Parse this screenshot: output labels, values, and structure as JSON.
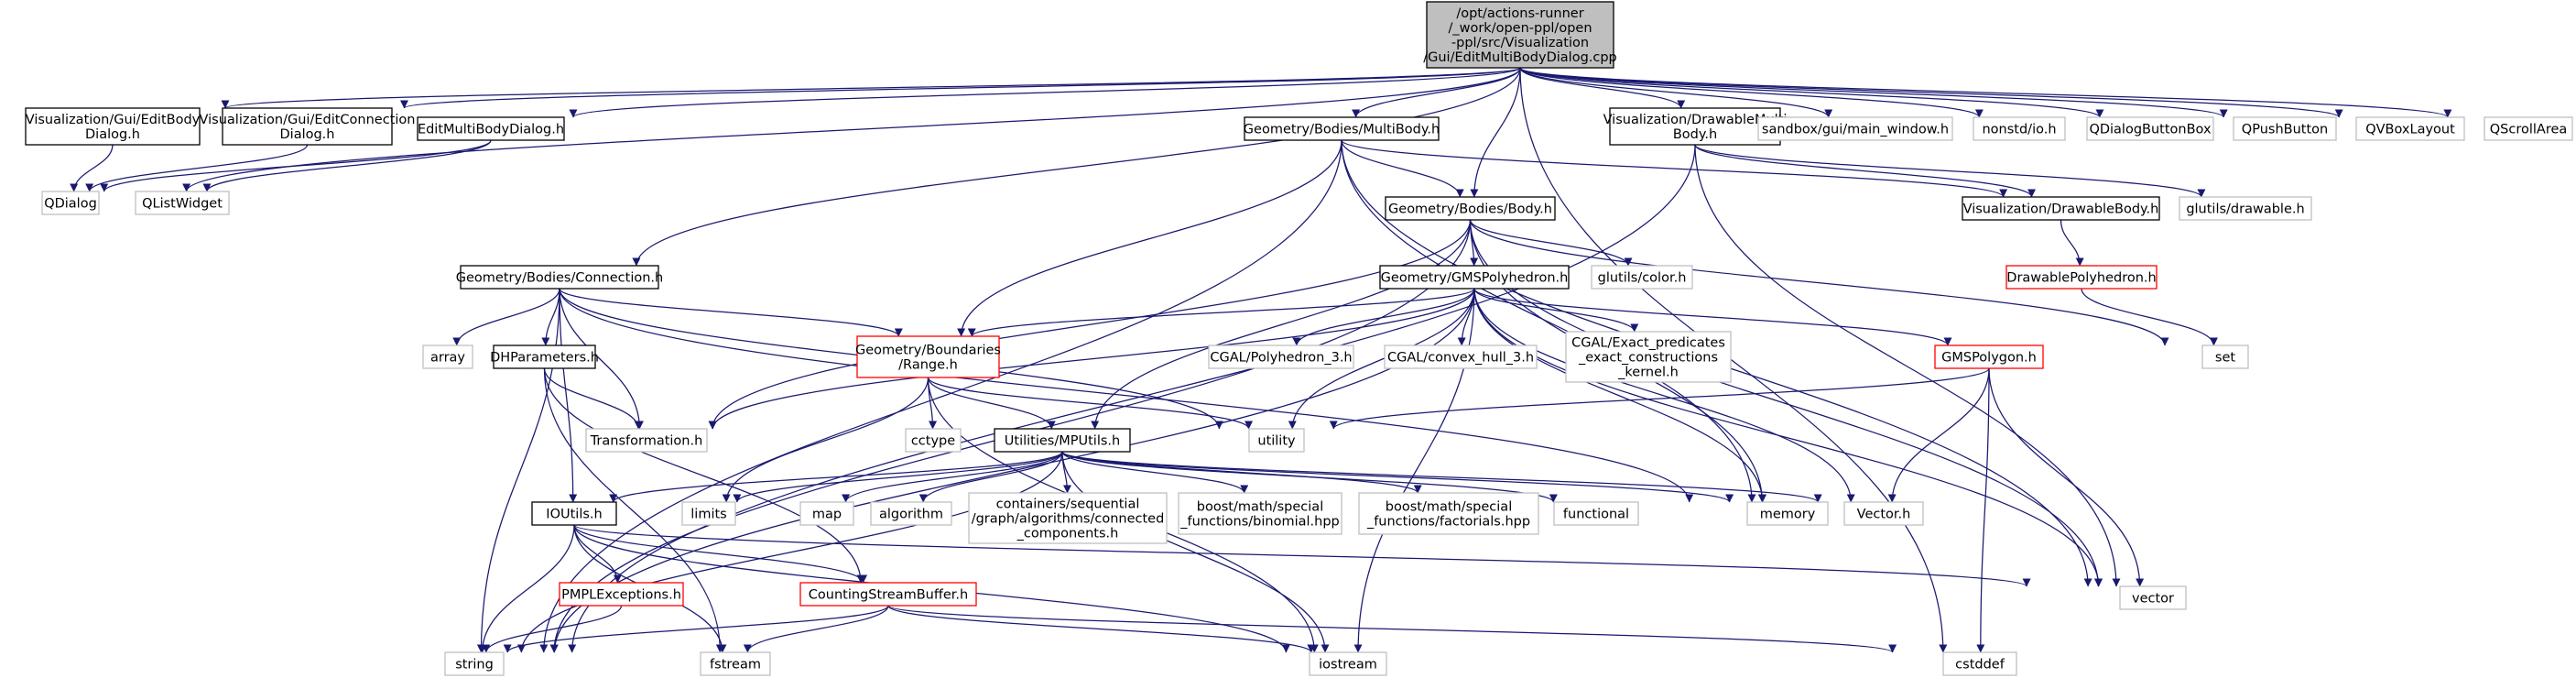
{
  "colors": {
    "root_fill": "#bfbfbf",
    "project_border": "#000000",
    "missing_border": "#bfbfbf",
    "truncated_border": "#ff0000",
    "edge": "#191970",
    "text": "#000000"
  },
  "nodes": [
    {
      "id": "root",
      "lines": [
        "/opt/actions-runner",
        "/_work/open-ppl/open",
        "-ppl/src/Visualization",
        "/Gui/EditMultiBodyDialog.cpp"
      ],
      "kind": "root"
    },
    {
      "id": "qdialog",
      "lines": [
        "QDialog"
      ],
      "kind": "missing"
    },
    {
      "id": "viz_editbody",
      "lines": [
        "Visualization/Gui/EditBody",
        "Dialog.h"
      ],
      "kind": "project"
    },
    {
      "id": "viz_editconn",
      "lines": [
        "Visualization/Gui/EditConnection",
        "Dialog.h"
      ],
      "kind": "project"
    },
    {
      "id": "editmulti",
      "lines": [
        "EditMultiBodyDialog.h"
      ],
      "kind": "project"
    },
    {
      "id": "qlistwidget",
      "lines": [
        "QListWidget"
      ],
      "kind": "missing"
    },
    {
      "id": "multibody",
      "lines": [
        "Geometry/Bodies/MultiBody.h"
      ],
      "kind": "project"
    },
    {
      "id": "drawmulti",
      "lines": [
        "Visualization/DrawableMulti",
        "Body.h"
      ],
      "kind": "project"
    },
    {
      "id": "sandbox",
      "lines": [
        "sandbox/gui/main_window.h"
      ],
      "kind": "missing"
    },
    {
      "id": "nonstd",
      "lines": [
        "nonstd/io.h"
      ],
      "kind": "missing"
    },
    {
      "id": "qdbb",
      "lines": [
        "QDialogButtonBox"
      ],
      "kind": "missing"
    },
    {
      "id": "qpush",
      "lines": [
        "QPushButton"
      ],
      "kind": "missing"
    },
    {
      "id": "qvbox",
      "lines": [
        "QVBoxLayout"
      ],
      "kind": "missing"
    },
    {
      "id": "qscroll",
      "lines": [
        "QScrollArea"
      ],
      "kind": "missing"
    },
    {
      "id": "body",
      "lines": [
        "Geometry/Bodies/Body.h"
      ],
      "kind": "project"
    },
    {
      "id": "drawbody",
      "lines": [
        "Visualization/DrawableBody.h"
      ],
      "kind": "project"
    },
    {
      "id": "glutils_drawable",
      "lines": [
        "glutils/drawable.h"
      ],
      "kind": "missing"
    },
    {
      "id": "connection",
      "lines": [
        "Geometry/Bodies/Connection.h"
      ],
      "kind": "project"
    },
    {
      "id": "glutils_color",
      "lines": [
        "glutils/color.h"
      ],
      "kind": "missing"
    },
    {
      "id": "gmspoly",
      "lines": [
        "Geometry/GMSPolyhedron.h"
      ],
      "kind": "project"
    },
    {
      "id": "drawpoly",
      "lines": [
        "DrawablePolyhedron.h"
      ],
      "kind": "truncated"
    },
    {
      "id": "array",
      "lines": [
        "array"
      ],
      "kind": "missing"
    },
    {
      "id": "dhparams",
      "lines": [
        "DHParameters.h"
      ],
      "kind": "project"
    },
    {
      "id": "range",
      "lines": [
        "Geometry/Boundaries",
        "/Range.h"
      ],
      "kind": "truncated"
    },
    {
      "id": "cgal_poly",
      "lines": [
        "CGAL/Polyhedron_3.h"
      ],
      "kind": "missing"
    },
    {
      "id": "cgal_hull",
      "lines": [
        "CGAL/convex_hull_3.h"
      ],
      "kind": "missing"
    },
    {
      "id": "cgal_exact",
      "lines": [
        "CGAL/Exact_predicates",
        "_exact_constructions",
        "_kernel.h"
      ],
      "kind": "missing"
    },
    {
      "id": "gmspolygon",
      "lines": [
        "GMSPolygon.h"
      ],
      "kind": "truncated"
    },
    {
      "id": "set",
      "lines": [
        "set"
      ],
      "kind": "missing"
    },
    {
      "id": "transformation",
      "lines": [
        "Transformation.h"
      ],
      "kind": "missing"
    },
    {
      "id": "cctype",
      "lines": [
        "cctype"
      ],
      "kind": "missing"
    },
    {
      "id": "utility",
      "lines": [
        "utility"
      ],
      "kind": "missing"
    },
    {
      "id": "mputils",
      "lines": [
        "Utilities/MPUtils.h"
      ],
      "kind": "project"
    },
    {
      "id": "limits",
      "lines": [
        "limits"
      ],
      "kind": "missing"
    },
    {
      "id": "map",
      "lines": [
        "map"
      ],
      "kind": "missing"
    },
    {
      "id": "algorithm",
      "lines": [
        "algorithm"
      ],
      "kind": "missing"
    },
    {
      "id": "containers",
      "lines": [
        "containers/sequential",
        "/graph/algorithms/connected",
        "_components.h"
      ],
      "kind": "missing"
    },
    {
      "id": "binomial",
      "lines": [
        "boost/math/special",
        "_functions/binomial.hpp"
      ],
      "kind": "missing"
    },
    {
      "id": "factorials",
      "lines": [
        "boost/math/special",
        "_functions/factorials.hpp"
      ],
      "kind": "missing"
    },
    {
      "id": "functional",
      "lines": [
        "functional"
      ],
      "kind": "missing"
    },
    {
      "id": "memory",
      "lines": [
        "memory"
      ],
      "kind": "missing"
    },
    {
      "id": "vector_h",
      "lines": [
        "Vector.h"
      ],
      "kind": "missing"
    },
    {
      "id": "ioutils",
      "lines": [
        "IOUtils.h"
      ],
      "kind": "project"
    },
    {
      "id": "vector",
      "lines": [
        "vector"
      ],
      "kind": "missing"
    },
    {
      "id": "pmplexc",
      "lines": [
        "PMPLExceptions.h"
      ],
      "kind": "truncated"
    },
    {
      "id": "countbuf",
      "lines": [
        "CountingStreamBuffer.h"
      ],
      "kind": "truncated"
    },
    {
      "id": "string",
      "lines": [
        "string"
      ],
      "kind": "missing"
    },
    {
      "id": "fstream",
      "lines": [
        "fstream"
      ],
      "kind": "missing"
    },
    {
      "id": "iostream",
      "lines": [
        "iostream"
      ],
      "kind": "missing"
    },
    {
      "id": "cstddef",
      "lines": [
        "cstddef"
      ],
      "kind": "missing"
    }
  ],
  "edges": [
    [
      "root",
      "qdialog"
    ],
    [
      "root",
      "viz_editbody"
    ],
    [
      "root",
      "viz_editconn"
    ],
    [
      "root",
      "editmulti"
    ],
    [
      "root",
      "multibody"
    ],
    [
      "root",
      "drawmulti"
    ],
    [
      "root",
      "sandbox"
    ],
    [
      "root",
      "nonstd"
    ],
    [
      "root",
      "qdbb"
    ],
    [
      "root",
      "qpush"
    ],
    [
      "root",
      "qvbox"
    ],
    [
      "root",
      "qscroll"
    ],
    [
      "root",
      "body"
    ],
    [
      "root",
      "connection"
    ],
    [
      "root",
      "cstddef"
    ],
    [
      "viz_editbody",
      "qdialog"
    ],
    [
      "viz_editconn",
      "qdialog"
    ],
    [
      "editmulti",
      "qdialog"
    ],
    [
      "editmulti",
      "qlistwidget"
    ],
    [
      "multibody",
      "body"
    ],
    [
      "multibody",
      "range"
    ],
    [
      "multibody",
      "memory"
    ],
    [
      "multibody",
      "vector"
    ],
    [
      "multibody",
      "string"
    ],
    [
      "multibody",
      "drawbody"
    ],
    [
      "drawmulti",
      "drawbody"
    ],
    [
      "drawmulti",
      "glutils_drawable"
    ],
    [
      "drawmulti",
      "vector"
    ],
    [
      "drawmulti",
      "string"
    ],
    [
      "body",
      "gmspoly"
    ],
    [
      "body",
      "glutils_color"
    ],
    [
      "body",
      "memory"
    ],
    [
      "body",
      "mputils"
    ],
    [
      "body",
      "transformation"
    ],
    [
      "body",
      "set"
    ],
    [
      "body",
      "vector"
    ],
    [
      "body",
      "string"
    ],
    [
      "drawbody",
      "drawpoly"
    ],
    [
      "drawpoly",
      "set"
    ],
    [
      "connection",
      "array"
    ],
    [
      "connection",
      "dhparams"
    ],
    [
      "connection",
      "range"
    ],
    [
      "connection",
      "transformation"
    ],
    [
      "connection",
      "ioutils"
    ],
    [
      "connection",
      "string"
    ],
    [
      "connection",
      "utility"
    ],
    [
      "connection",
      "memory"
    ],
    [
      "gmspoly",
      "range"
    ],
    [
      "gmspoly",
      "cgal_poly"
    ],
    [
      "gmspoly",
      "cgal_hull"
    ],
    [
      "gmspoly",
      "cgal_exact"
    ],
    [
      "gmspoly",
      "gmspolygon"
    ],
    [
      "gmspoly",
      "utility"
    ],
    [
      "gmspoly",
      "memory"
    ],
    [
      "gmspoly",
      "vector_h"
    ],
    [
      "gmspoly",
      "vector"
    ],
    [
      "gmspoly",
      "transformation"
    ],
    [
      "gmspoly",
      "string"
    ],
    [
      "gmspoly",
      "iostream"
    ],
    [
      "dhparams",
      "transformation"
    ],
    [
      "dhparams",
      "fstream"
    ],
    [
      "dhparams",
      "countbuf"
    ],
    [
      "range",
      "cctype"
    ],
    [
      "range",
      "utility"
    ],
    [
      "range",
      "mputils"
    ],
    [
      "range",
      "limits"
    ],
    [
      "range",
      "iostream"
    ],
    [
      "gmspolygon",
      "utility"
    ],
    [
      "gmspolygon",
      "vector_h"
    ],
    [
      "gmspolygon",
      "vector"
    ],
    [
      "gmspolygon",
      "cstddef"
    ],
    [
      "mputils",
      "limits"
    ],
    [
      "mputils",
      "map"
    ],
    [
      "mputils",
      "algorithm"
    ],
    [
      "mputils",
      "containers"
    ],
    [
      "mputils",
      "binomial"
    ],
    [
      "mputils",
      "factorials"
    ],
    [
      "mputils",
      "functional"
    ],
    [
      "mputils",
      "memory"
    ],
    [
      "mputils",
      "vector_h"
    ],
    [
      "mputils",
      "ioutils"
    ],
    [
      "mputils",
      "string"
    ],
    [
      "mputils",
      "iostream"
    ],
    [
      "ioutils",
      "pmplexc"
    ],
    [
      "ioutils",
      "countbuf"
    ],
    [
      "ioutils",
      "vector"
    ],
    [
      "ioutils",
      "string"
    ],
    [
      "ioutils",
      "fstream"
    ],
    [
      "ioutils",
      "iostream"
    ],
    [
      "pmplexc",
      "string"
    ],
    [
      "countbuf",
      "string"
    ],
    [
      "countbuf",
      "fstream"
    ],
    [
      "countbuf",
      "iostream"
    ],
    [
      "countbuf",
      "cstddef"
    ]
  ]
}
